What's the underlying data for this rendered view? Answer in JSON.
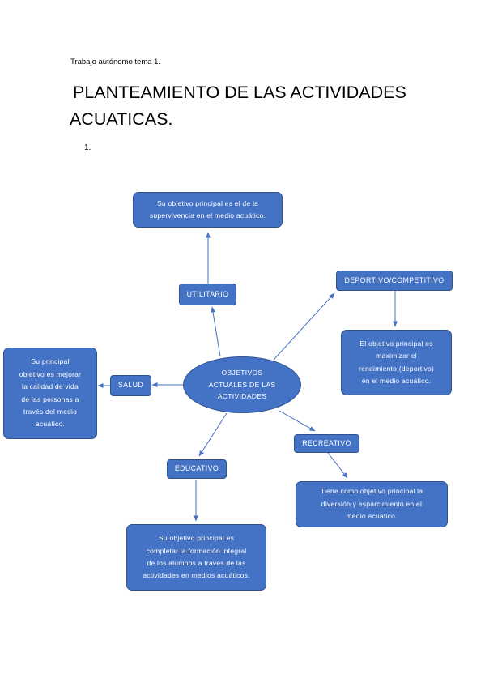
{
  "header": {
    "small_title": "Trabajo autónomo tema 1."
  },
  "title": {
    "line1": "PLANTEAMIENTO DE LAS ACTIVIDADES",
    "line2": "ACUATICAS."
  },
  "list_number": "1.",
  "diagram": {
    "center": "OBJETIVOS\nACTUALES DE LAS\nACTIVIDADES",
    "utilitario": {
      "label": "UTILITARIO",
      "description": "Su objetivo principal es el de la\nsupervivencia en el medio acuático."
    },
    "deportivo": {
      "label": "DEPORTIVO/COMPETITIVO",
      "description": "El objetivo principal es\nmaximizar el\nrendimiento (deportivo)\nen el medio acuático."
    },
    "salud": {
      "label": "SALUD",
      "description": "Su principal\nobjetivo es mejorar\nla calidad de vida\nde las personas a\ntravés del medio\nacuático."
    },
    "recreativo": {
      "label": "RECREATIVO",
      "description": "Tiene como objetivo principal la\ndiversión y esparcimiento en el\nmedio acuático."
    },
    "educativo": {
      "label": "EDUCATIVO",
      "description": "Su objetivo principal es\ncompletar la formación integral\nde los alumnos a través de las\nactividades en medios acuáticos."
    },
    "colors": {
      "fill": "#4472C4",
      "border": "#2F528F",
      "arrow": "#4472C4",
      "text": "#FFFFFF"
    }
  }
}
